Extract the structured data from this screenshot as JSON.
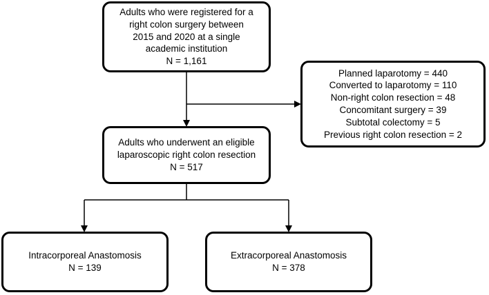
{
  "boxes": {
    "registered": {
      "lines": [
        "Adults who were registered for a",
        "right colon surgery between",
        "2015 and 2020 at a single",
        "academic institution",
        "N = 1,161"
      ]
    },
    "exclusions": {
      "lines": [
        "Planned laparotomy = 440",
        "Converted to laparotomy = 110",
        "Non-right colon resection = 48",
        "Concomitant surgery = 39",
        "Subtotal colectomy = 5",
        "Previous right colon resection = 2"
      ]
    },
    "eligible": {
      "lines": [
        "Adults who underwent an eligible",
        "laparoscopic right colon resection",
        "N = 517"
      ]
    },
    "intracorporeal": {
      "lines": [
        "Intracorporeal Anastomosis",
        "N = 139"
      ]
    },
    "extracorporeal": {
      "lines": [
        "Extracorporeal Anastomosis",
        "N = 378"
      ]
    }
  },
  "colors": {
    "stroke": "#000000",
    "fill": "#ffffff"
  }
}
